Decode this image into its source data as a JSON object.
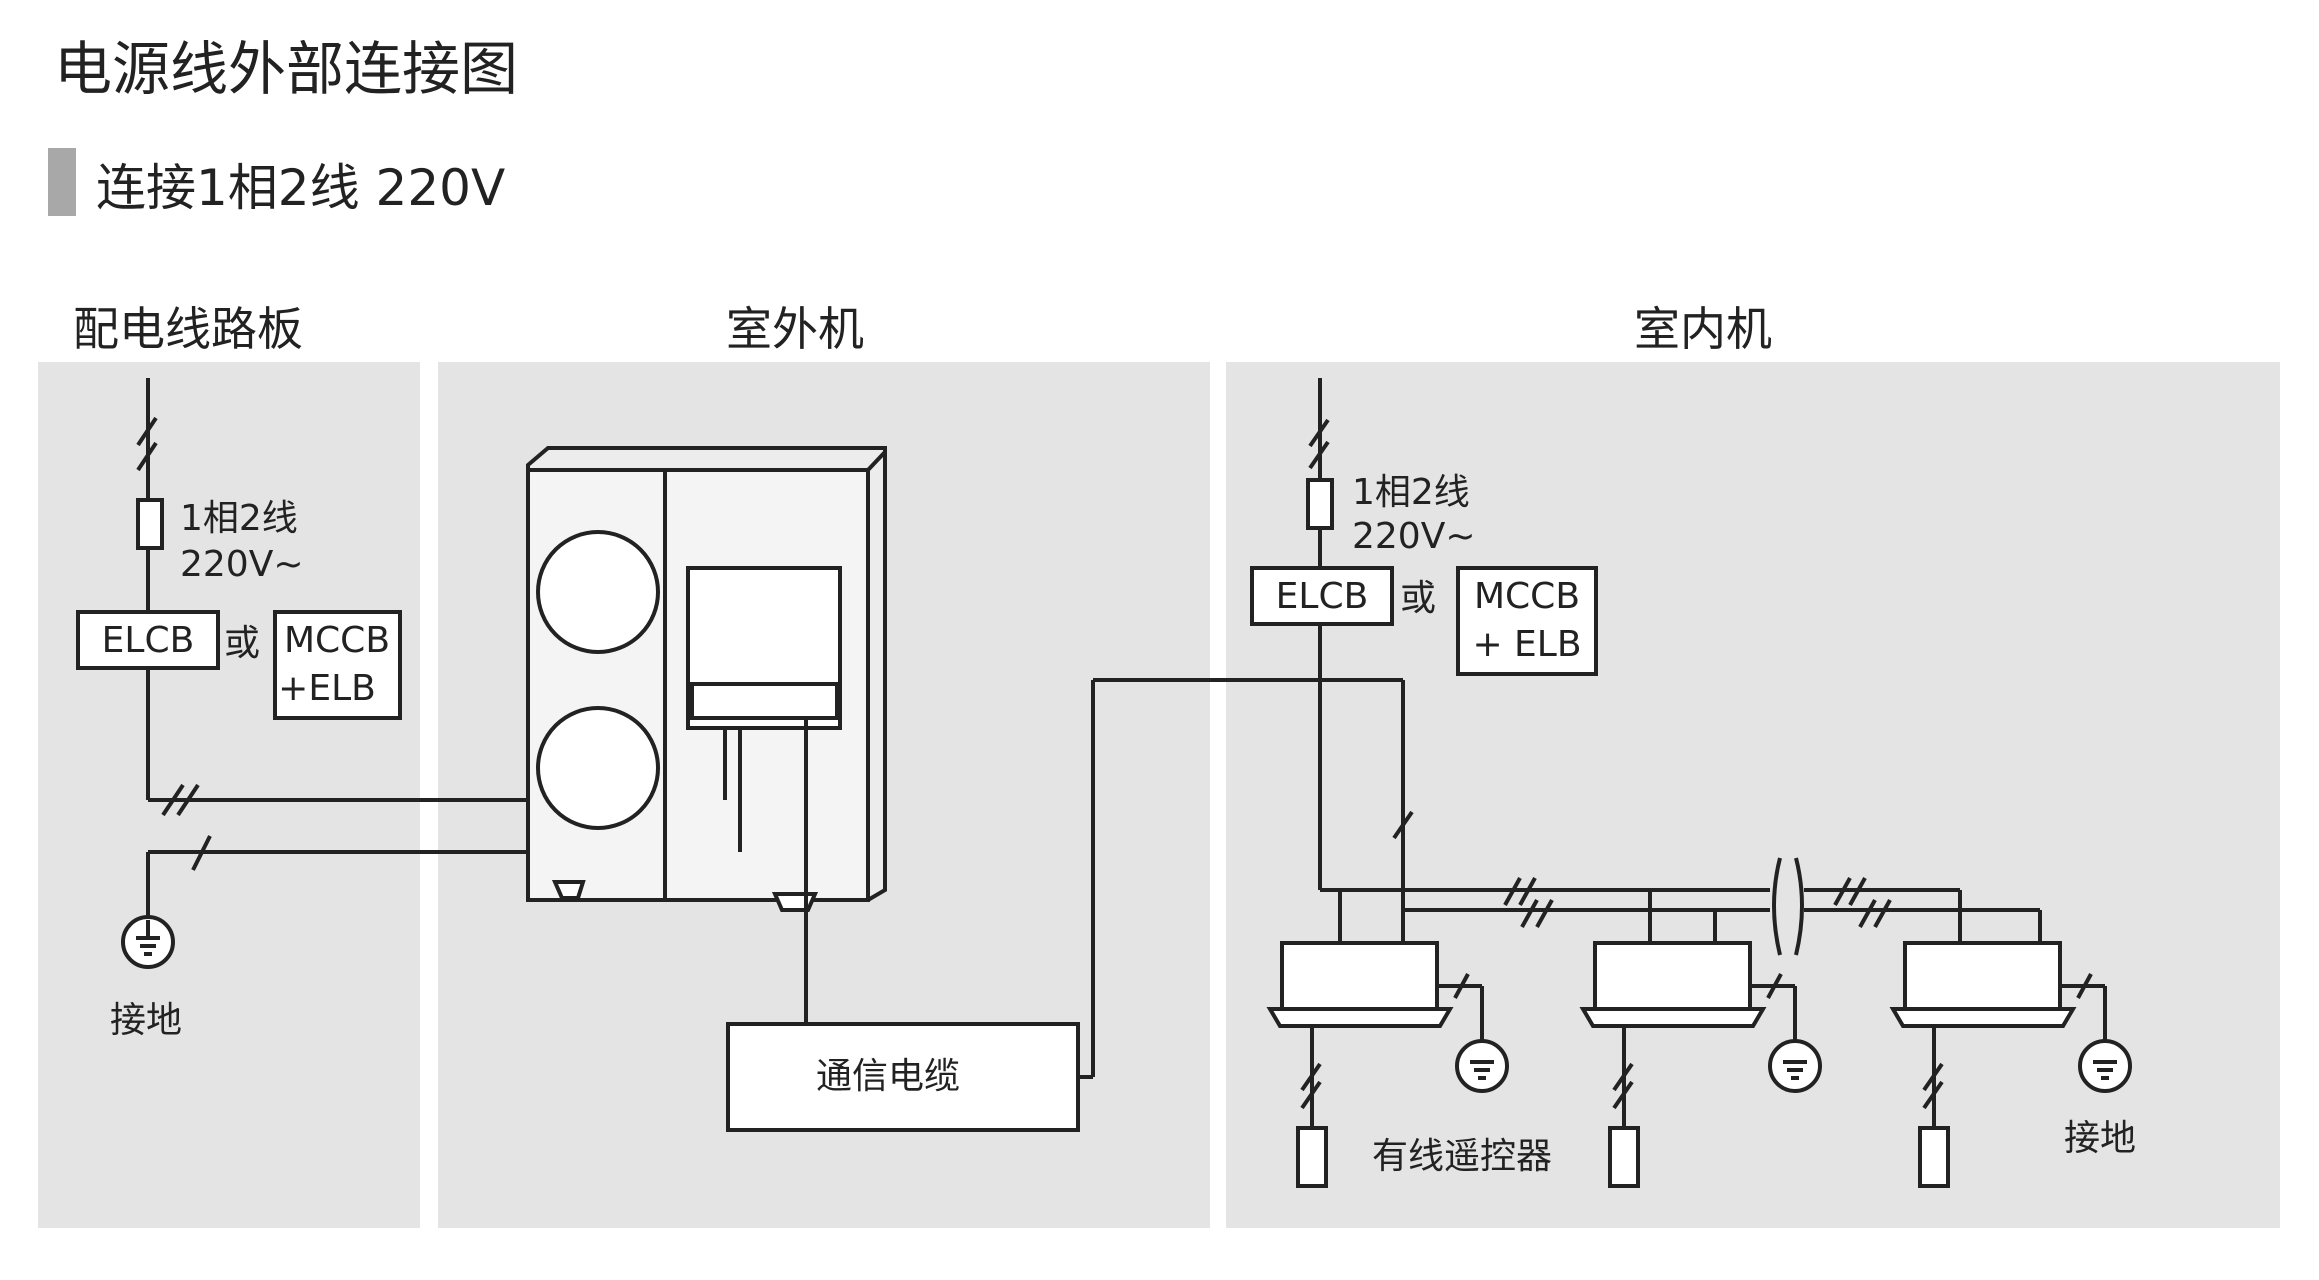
{
  "title": "电源线外部连接图",
  "subtitle": "连接1相2线 220V",
  "panels": {
    "distribution_board": "配电线路板",
    "outdoor_unit": "室外机",
    "indoor_unit": "室内机"
  },
  "left_panel": {
    "phase_label_line1": "1相2线",
    "phase_label_line2": "220V~",
    "elcb": "ELCB",
    "or_text": "或",
    "mccb_line1": "MCCB",
    "mccb_line2": "+ELB",
    "ground_label": "接地"
  },
  "comm_cable_label": "通信电缆",
  "right_panel": {
    "phase_label_line1": "1相2线",
    "phase_label_line2": "220V~",
    "elcb": "ELCB",
    "or_text": "或",
    "mccb_line1": "MCCB",
    "mccb_line2": "+ ELB",
    "remote_label": "有线遥控器",
    "ground_label": "接地"
  }
}
